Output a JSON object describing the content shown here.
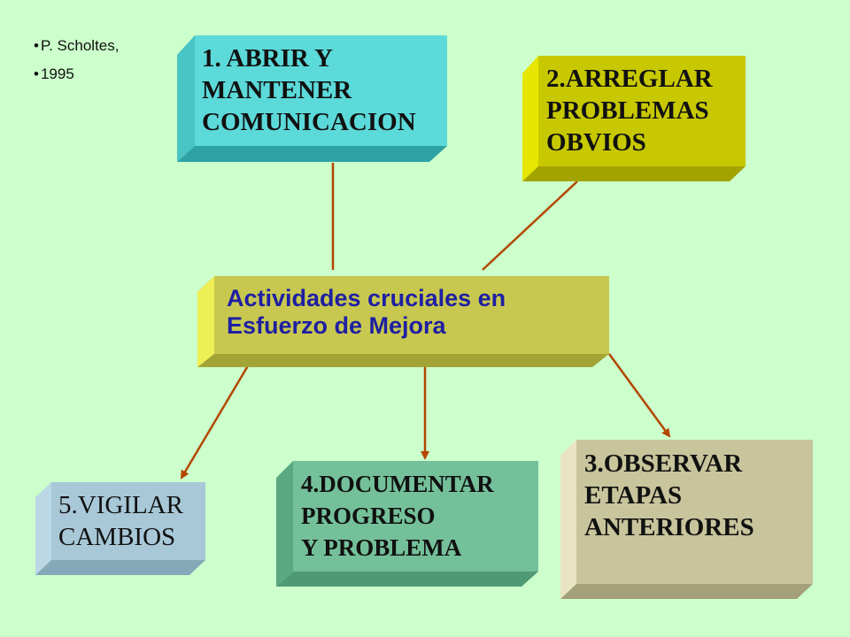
{
  "source": [
    "P. Scholtes,",
    "1995"
  ],
  "boxes": {
    "b1": {
      "lines": [
        "1. ABRIR Y",
        "MANTENER",
        "COMUNICACION"
      ],
      "color": "#5cd9d9"
    },
    "b2": {
      "lines": [
        "2.ARREGLAR",
        "PROBLEMAS",
        "OBVIOS"
      ],
      "color": "#c8c800"
    },
    "center": {
      "lines": [
        "Actividades cruciales en",
        "Esfuerzo de Mejora"
      ],
      "color": "#c8c850"
    },
    "b3": {
      "lines": [
        "3.OBSERVAR",
        "ETAPAS",
        "ANTERIORES"
      ],
      "color": "#c8c49c"
    },
    "b4": {
      "lines": [
        "4.DOCUMENTAR",
        "PROGRESO",
        "Y PROBLEMA"
      ],
      "color": "#74c09a"
    },
    "b5": {
      "lines": [
        "5.VIGILAR",
        "CAMBIOS"
      ],
      "color": "#a8c8d8"
    }
  },
  "connector_color": "#b34700"
}
